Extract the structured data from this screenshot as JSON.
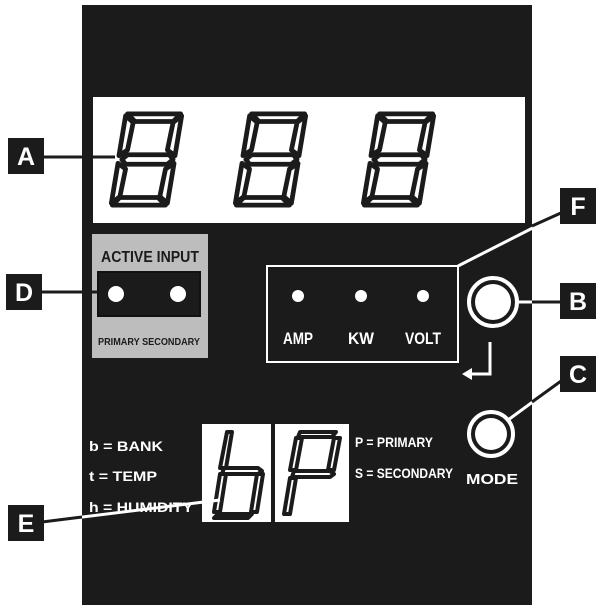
{
  "callouts": {
    "a": "A",
    "b": "B",
    "c": "C",
    "d": "D",
    "e": "E",
    "f": "F"
  },
  "active_input": {
    "title": "ACTIVE INPUT",
    "caption": "PRIMARY SECONDARY"
  },
  "indicators": {
    "amp": "AMP",
    "kw": "KW",
    "volt": "VOLT"
  },
  "mode_label": "MODE",
  "legend_left": {
    "bank": "b = BANK",
    "temp": "t = TEMP",
    "humidity": "h = HUMIDITY"
  },
  "legend_right": {
    "primary": "P = PRIMARY",
    "secondary": "S = SECONDARY"
  },
  "colors": {
    "panel": "#1b1b1b",
    "display_bg": "#ffffff",
    "active_input_box": "#bdbdbd",
    "led": "#ffffff"
  }
}
